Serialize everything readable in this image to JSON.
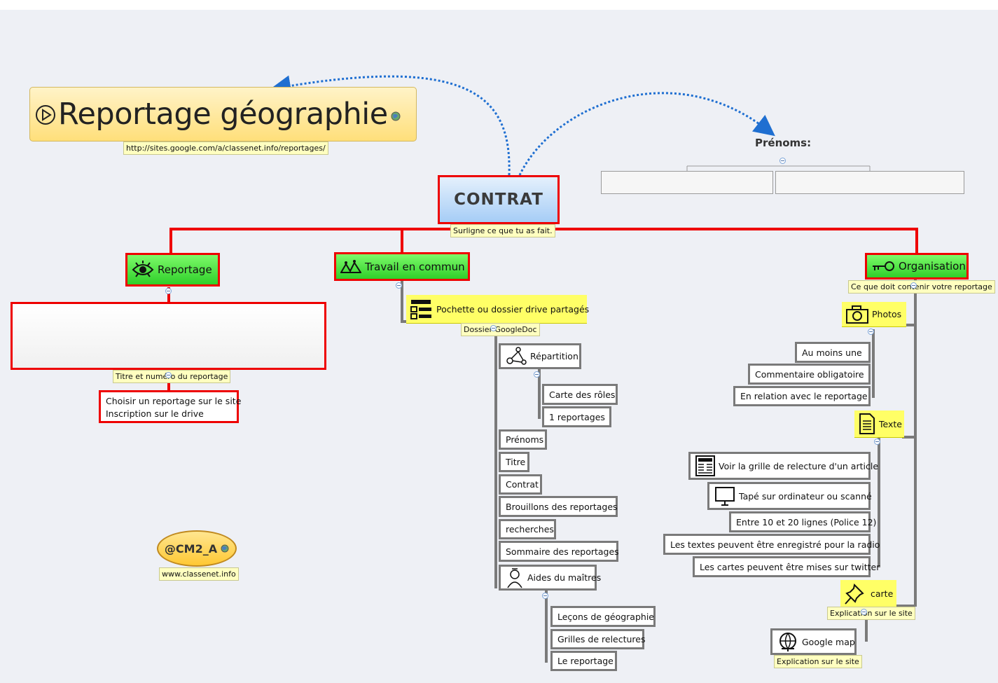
{
  "title": {
    "text": "Reportage géographie",
    "url": "http://sites.google.com/a/classenet.info/reportages/"
  },
  "central": {
    "label": "CONTRAT",
    "note": "Surligne ce que tu as fait."
  },
  "prenoms": {
    "label": "Prénoms:"
  },
  "reportage": {
    "label": "Reportage",
    "box_note": "Titre et numéro du reportage",
    "items": [
      "Choisir un reportage sur le site",
      "Inscription sur le drive"
    ]
  },
  "travail": {
    "label": "Travail en commun",
    "pochette": {
      "label": "Pochette ou dossier drive partagés",
      "note": "Dossier GoogleDoc"
    },
    "repartition": {
      "label": "Répartition",
      "children": [
        "Carte des rôles",
        "1 reportages"
      ]
    },
    "items": [
      "Prénoms",
      "Titre",
      "Contrat",
      "Brouillons des reportages",
      "recherches",
      "Sommaire des reportages"
    ],
    "aides": {
      "label": "Aides du maîtres",
      "children": [
        "Leçons de géographie",
        "Grilles de relectures",
        "Le reportage"
      ]
    }
  },
  "organisation": {
    "label": "Organisation",
    "note": "Ce que doit contenir votre reportage",
    "photos": {
      "label": "Photos",
      "children": [
        "Au moins une",
        "Commentaire obligatoire",
        "En relation avec le reportage"
      ]
    },
    "texte": {
      "label": "Texte",
      "children": [
        "Voir la grille de relecture d'un article",
        "Tapé sur ordinateur ou scanné",
        "Entre 10 et 20 lignes (Police 12)",
        "Les textes peuvent être enregistré pour la radio",
        "Les cartes peuvent être mises sur twitter"
      ]
    },
    "carte": {
      "label": "carte",
      "note": "Explication sur le site",
      "google_map": "Google map",
      "google_note": "Explication sur le site"
    }
  },
  "cm2": {
    "label": "@CM2_A",
    "url": "www.classenet.info"
  },
  "colors": {
    "accent_red": "#ee0000",
    "branch_green": "#3fdc35",
    "note_yellow": "#ffffc0",
    "connector_grey": "#7a7a7a",
    "relationship_blue": "#1f6fd1"
  }
}
